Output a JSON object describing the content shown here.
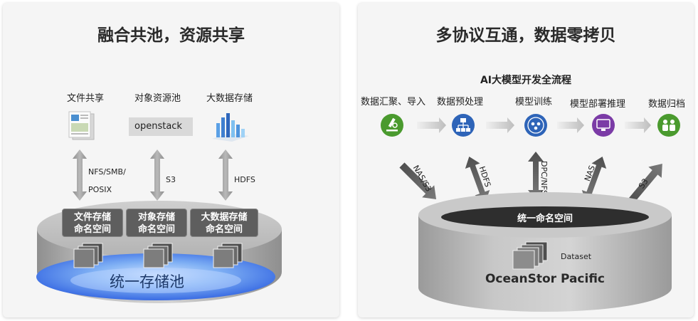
{
  "left": {
    "title": "融合共池，资源共享",
    "sources": [
      {
        "label": "文件共享",
        "icon": "document-icon"
      },
      {
        "label": "对象资源池",
        "box_text": "openstack"
      },
      {
        "label": "大数据存储",
        "icon": "bar-chart-3d-icon"
      }
    ],
    "protocols": {
      "line1": "NFS/SMB/",
      "line2": "POSIX",
      "s3": "S3",
      "hdfs": "HDFS"
    },
    "namespaces": [
      {
        "line1": "文件存储",
        "line2": "命名空间"
      },
      {
        "line1": "对象存储",
        "line2": "命名空间"
      },
      {
        "line1": "大数据存储",
        "line2": "命名空间"
      }
    ],
    "pool_label": "统一存储池"
  },
  "right": {
    "title": "多协议互通，数据零拷贝",
    "flow_title": "AI大模型开发全流程",
    "steps": [
      {
        "label": "数据汇聚、导入",
        "icon": "microscope-icon",
        "color": "#4a9a2e"
      },
      {
        "label": "数据预处理",
        "icon": "network-icon",
        "color": "#2e64b8"
      },
      {
        "label": "模型训练",
        "icon": "team-icon",
        "color": "#2e64b8"
      },
      {
        "label": "模型部署推理",
        "icon": "monitor-icon",
        "color": "#7b3ba6"
      },
      {
        "label": "数据归档",
        "icon": "users-icon",
        "color": "#4a9a2e"
      }
    ],
    "protocols": [
      "NAS/S3",
      "HDFS",
      "DPC/NFS",
      "NAS",
      "S3"
    ],
    "namespace_label": "统一命名空间",
    "dataset_label": "Dataset",
    "product_label": "OceanStor Pacific"
  }
}
